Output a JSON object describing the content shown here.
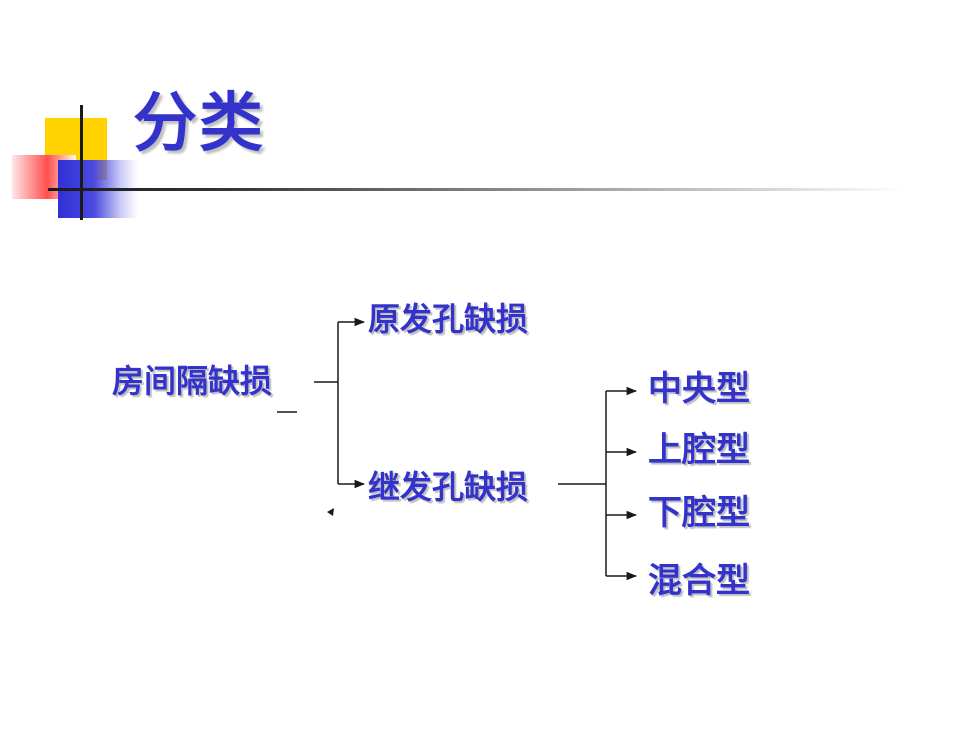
{
  "slide": {
    "title": "分类"
  },
  "diagram": {
    "root": "房间隔缺损",
    "branches": [
      {
        "label": "原发孔缺损"
      },
      {
        "label": "继发孔缺损",
        "children": [
          "中央型",
          "上腔型",
          "下腔型",
          "混合型"
        ]
      }
    ]
  },
  "colors": {
    "text": "#3333cc",
    "lines": "#1a1a1a",
    "accent_yellow": "#ffd200",
    "accent_red": "#ff4f4f",
    "accent_blue": "#2f2fd6"
  }
}
